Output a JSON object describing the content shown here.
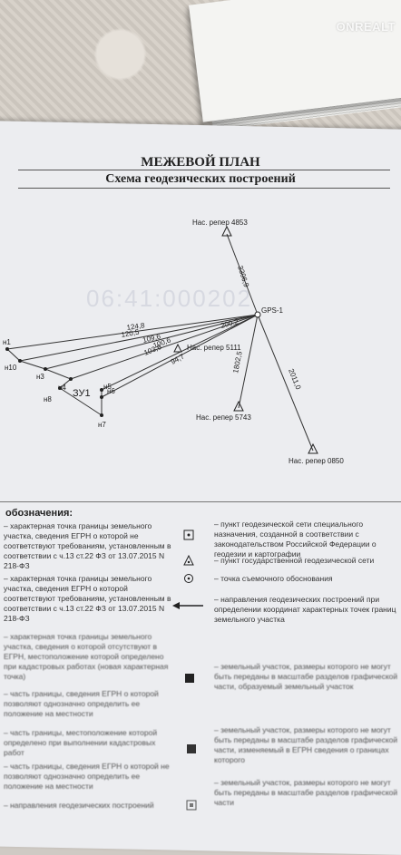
{
  "watermark": "ONREALT",
  "doc": {
    "title": "МЕЖЕВОЙ ПЛАН",
    "subtitle": "Схема геодезических построений",
    "faint_number": "06:41:000202"
  },
  "scheme": {
    "station": "GPS-1",
    "plot_label": "ЗУ1",
    "benchmarks": [
      "Нас. репер 4853",
      "Нас. репер 5743",
      "Нас. репер 0850",
      "Нас. репер 5111"
    ],
    "distances": [
      "3306,9",
      "1802,5",
      "2011,0",
      "124,8",
      "120,5",
      "109,6",
      "100,6",
      "103,6",
      "94,7",
      "200,2"
    ],
    "points": [
      "н1",
      "н10",
      "н3",
      "н4",
      "н5",
      "н6",
      "н8",
      "н7"
    ]
  },
  "legend": {
    "title": "обозначения:",
    "left": [
      "– характерная точка границы земельного участка, сведения ЕГРН о которой не соответствуют требованиям, установленным в соответствии с ч.13 ст.22 ФЗ от 13.07.2015 N 218-ФЗ",
      "– характерная точка границы земельного участка, сведения ЕГРН о которой соответствуют требованиям, установленным в соответствии с ч.13 ст.22 ФЗ от 13.07.2015 N 218-ФЗ",
      "– характерная точка границы земельного участка, сведения о которой отсутствуют в ЕГРН, местоположение которой определено при кадастровых работах (новая характерная точка)",
      "– часть границы, сведения ЕГРН о которой позволяют однозначно определить ее положение на местности",
      "– часть границы, местоположение которой определено при выполнении кадастровых работ",
      "– часть границы, сведения ЕГРН о которой не позволяют однозначно определить ее положение на местности",
      "– направления геодезических построений"
    ],
    "right": [
      "– пункт геодезической сети специального назначения, созданной в соответствии с законодательством Российской Федерации о геодезии и картографии",
      "– пункт государственной геодезической сети",
      "– точка съемочного обоснования",
      "– направления геодезических построений при определении координат характерных точек границ земельного участка",
      "– земельный участок, размеры которого не могут быть переданы в масштабе разделов графической части, образуемый земельный участок",
      "– земельный участок, размеры которого не могут быть переданы в масштабе разделов графической части, изменяемый в ЕГРН сведения о границах которого",
      "– земельный участок, размеры которого не могут быть переданы в масштабе разделов графической части"
    ]
  },
  "colors": {
    "paper": "#ecedf0",
    "ink": "#222222"
  }
}
